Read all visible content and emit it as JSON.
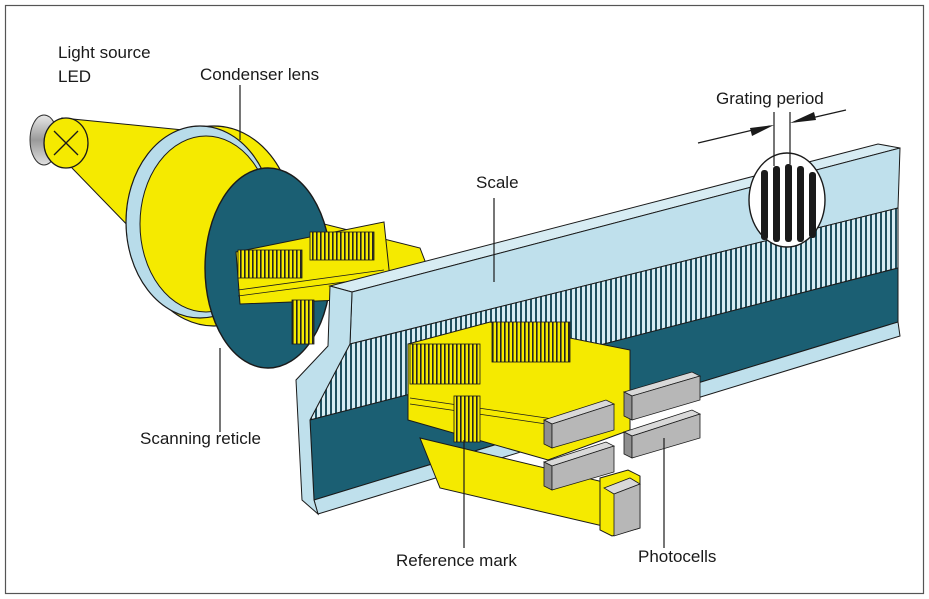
{
  "labels": {
    "light_source": "Light source",
    "led": "LED",
    "condenser_lens": "Condenser lens",
    "grating_period": "Grating period",
    "scale": "Scale",
    "scanning_reticle": "Scanning reticle",
    "reference_mark": "Reference mark",
    "photocells": "Photocells"
  },
  "colors": {
    "beam": "#f5ea00",
    "beam_dark": "#d8cd00",
    "lens_rim": "#b8dcea",
    "teal": "#1b5f73",
    "scale_glass": "#bfe0ec",
    "photocell": "#b7b7b7",
    "outline": "#1a1a1a"
  }
}
